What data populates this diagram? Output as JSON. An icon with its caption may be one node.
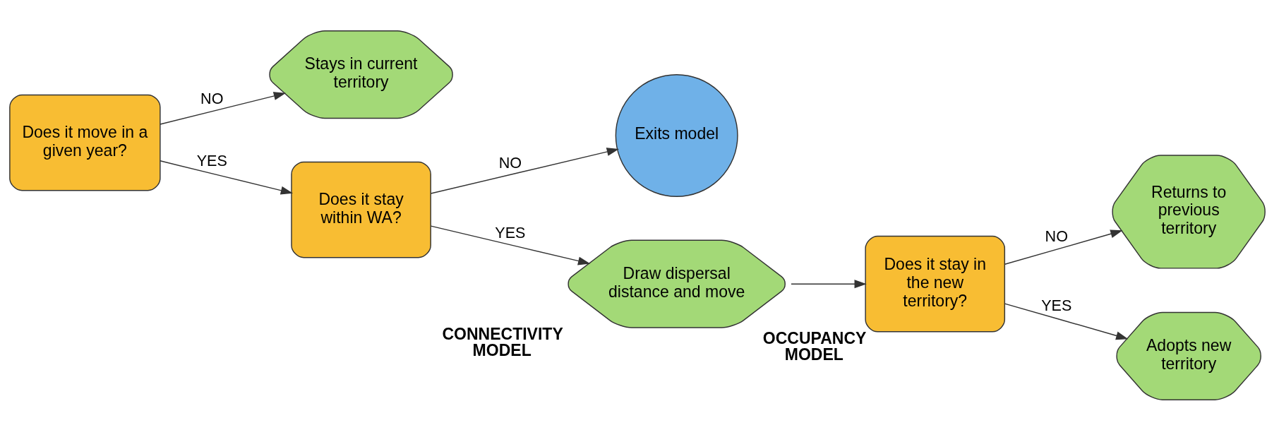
{
  "diagram": {
    "nodes": [
      {
        "text": [
          "Does it move in a given year?"
        ]
      },
      {
        "text": [
          "Stays in current territory"
        ]
      },
      {
        "text": [
          "Does it stay within WA?"
        ]
      },
      {
        "text": [
          "Exits model"
        ]
      },
      {
        "text": [
          "Draw dispersal distance and move"
        ],
        "beside": [
          "CONNECTIVITY MODEL"
        ]
      },
      {
        "text": [
          "Does it stay in the new territory?"
        ],
        "beside": [
          "OCCUPANCY MODEL"
        ]
      },
      {
        "text": [
          "Returns to previous territory"
        ]
      },
      {
        "text": [
          "Adopts new territory"
        ]
      }
    ],
    "edges": [
      {
        "from": 0,
        "to": 1,
        "arrow": "to",
        "label": "NO"
      },
      {
        "from": 0,
        "to": 2,
        "arrow": "to",
        "label": "YES"
      },
      {
        "from": 2,
        "to": 3,
        "arrow": "to",
        "label": "NO"
      },
      {
        "from": 2,
        "to": 4,
        "arrow": "to",
        "label": "YES"
      },
      {
        "from": 4,
        "to": 5,
        "arrow": "to"
      },
      {
        "from": 5,
        "to": 6,
        "arrow": "to",
        "label": "NO"
      },
      {
        "from": 5,
        "to": 7,
        "arrow": "to",
        "label": "YES"
      }
    ]
  }
}
